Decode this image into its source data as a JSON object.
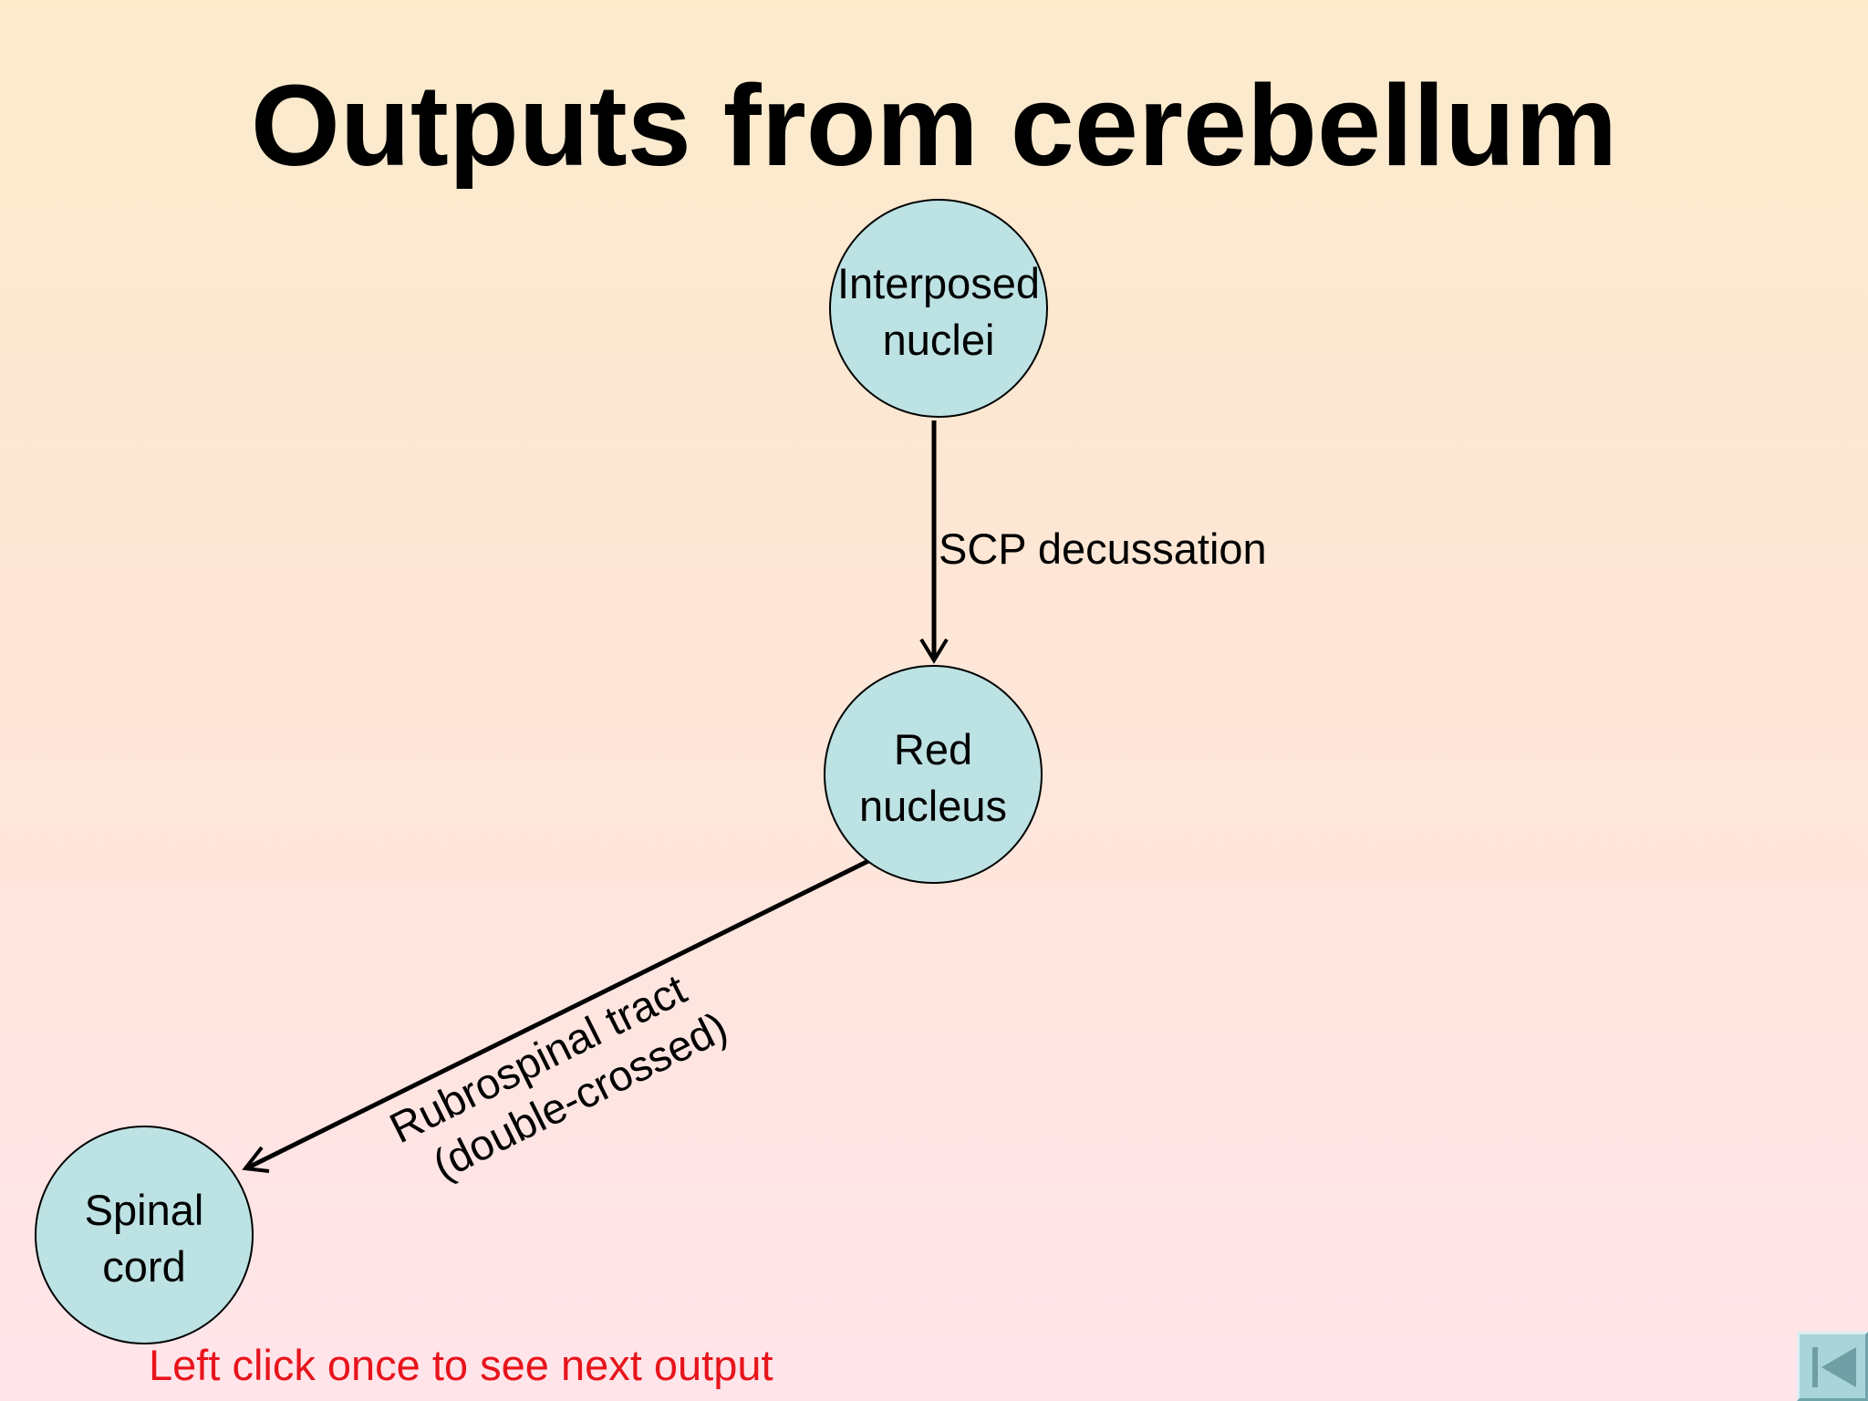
{
  "slide": {
    "title": "Outputs from cerebellum",
    "hint": "Left click once to see next output"
  },
  "colors": {
    "node_fill": "#bde2e3",
    "node_stroke": "#000000",
    "edge": "#000000",
    "hint": "#e8141b",
    "nav_button": "#a9d4d8"
  },
  "nodes": [
    {
      "id": "interposed",
      "lines": [
        "Interposed",
        "nuclei"
      ]
    },
    {
      "id": "red",
      "lines": [
        "Red",
        "nucleus"
      ]
    },
    {
      "id": "spinal",
      "lines": [
        "Spinal",
        "cord"
      ]
    }
  ],
  "edges": [
    {
      "from": "interposed",
      "to": "red",
      "label": "SCP decussation"
    },
    {
      "from": "red",
      "to": "spinal",
      "label_lines": [
        "Rubrospinal tract",
        "(double-crossed)"
      ]
    }
  ],
  "nav": {
    "first_button_icon": "first-slide-icon"
  }
}
